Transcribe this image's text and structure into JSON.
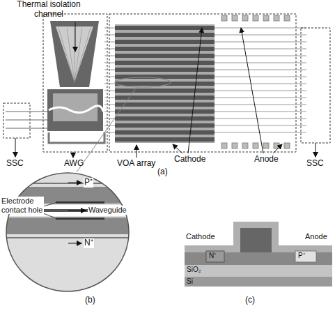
{
  "diagram": {
    "labels": [
      "Thermal isolation channel",
      "SSC",
      "AWG",
      "VOA array",
      "Cathode",
      "Anode",
      "SSC",
      "(a)",
      "P⁺",
      "Electrode contact hole",
      "Waveguide",
      "N⁺",
      "(b)",
      "Cathode",
      "Anode",
      "N⁺",
      "P⁺",
      "SiO₂",
      "Si",
      "(c)"
    ]
  }
}
